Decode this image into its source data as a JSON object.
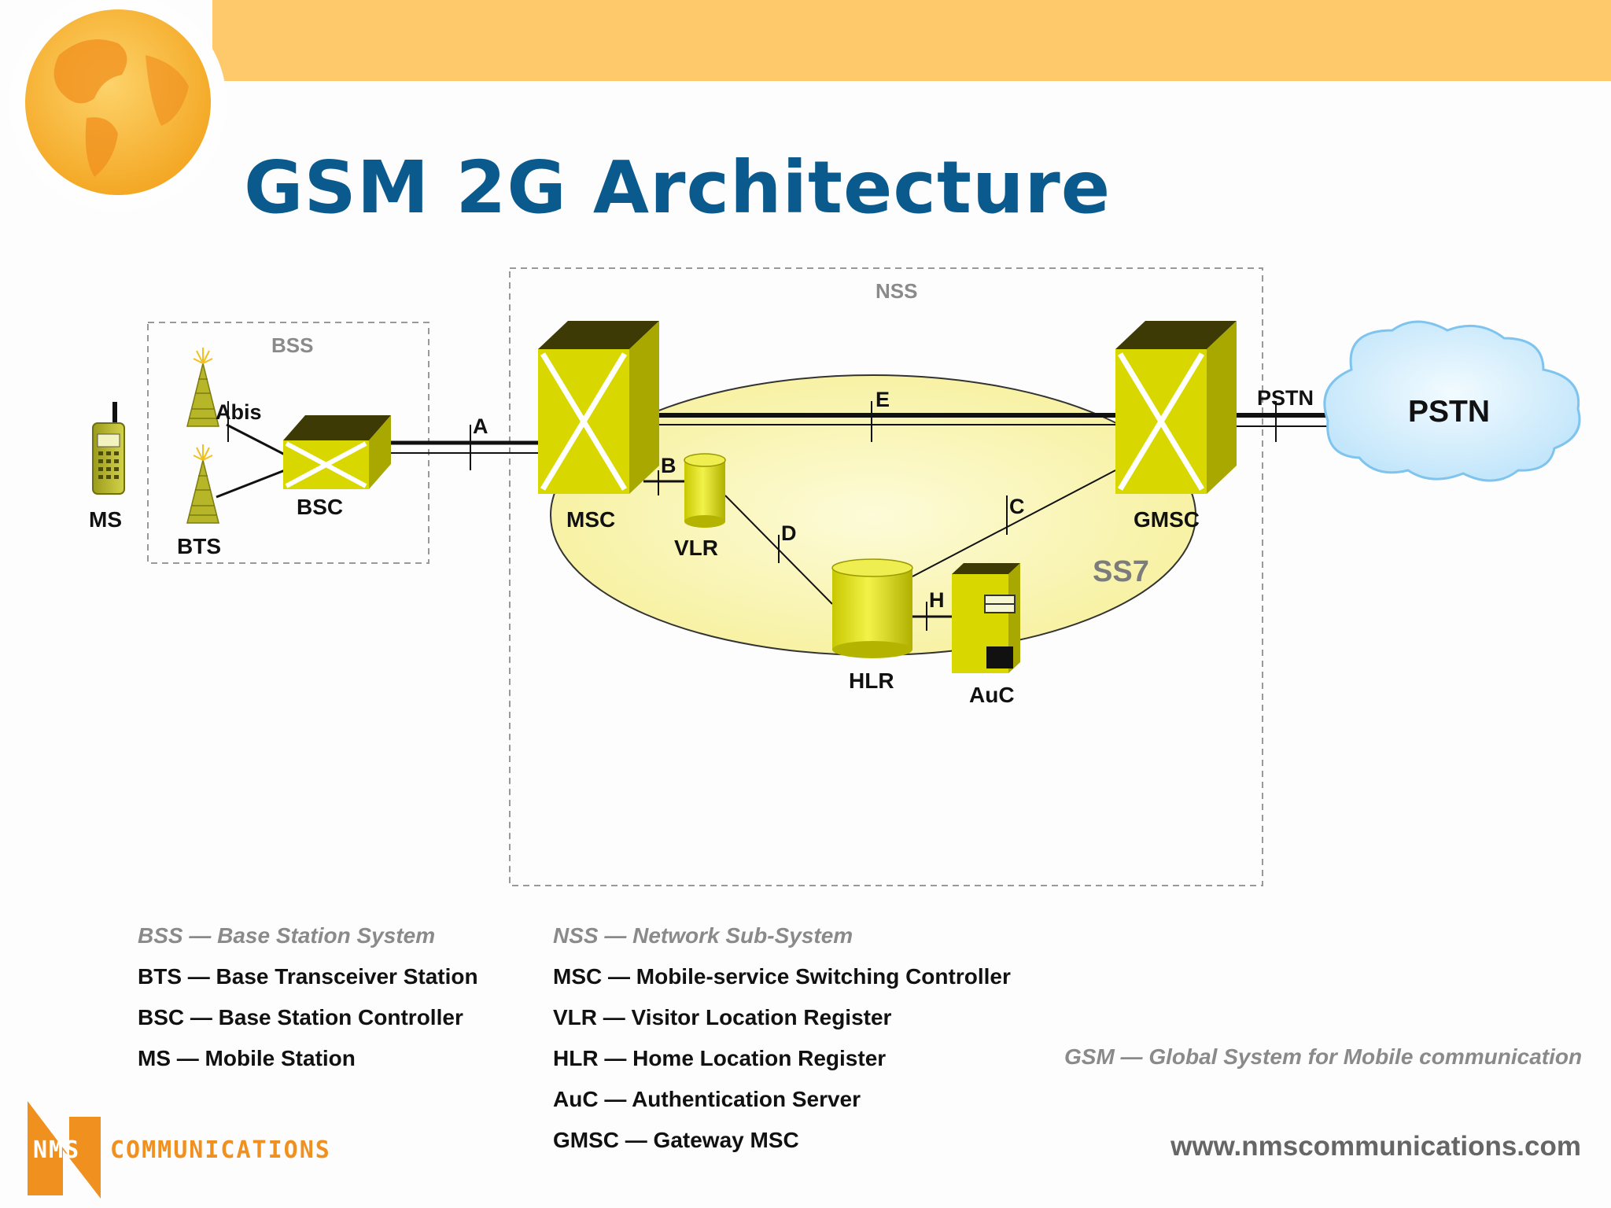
{
  "title": "GSM 2G Architecture",
  "diagram": {
    "groups": {
      "bss": "BSS",
      "nss": "NSS"
    },
    "nodes": {
      "ms": "MS",
      "bts": "BTS",
      "bsc": "BSC",
      "msc": "MSC",
      "vlr": "VLR",
      "hlr": "HLR",
      "auc": "AuC",
      "gmsc": "GMSC",
      "pstn_cloud": "PSTN",
      "ss7": "SS7"
    },
    "interfaces": {
      "abis": "Abis",
      "a": "A",
      "b": "B",
      "c": "C",
      "d": "D",
      "e": "E",
      "h": "H",
      "pstn": "PSTN"
    }
  },
  "legend": {
    "left": [
      "BSS — Base Station System",
      "BTS — Base Transceiver Station",
      "BSC — Base Station Controller",
      "MS — Mobile Station"
    ],
    "middle": [
      "NSS — Network Sub-System",
      "MSC — Mobile-service Switching Controller",
      "VLR — Visitor Location Register",
      "HLR — Home Location Register",
      "AuC — Authentication Server",
      "GMSC — Gateway MSC"
    ],
    "right": "GSM — Global System for Mobile communication"
  },
  "footer": {
    "logo_nms": "NMS",
    "logo_communications": "COMMUNICATIONS",
    "url": "www.nmscommunications.com"
  },
  "colors": {
    "header_band": "#fec96a",
    "title": "#0b5a8d",
    "equipment": "#d6d600",
    "ss7_ellipse": "#fbf7b0",
    "cloud": "#c9e8fb",
    "logo_orange": "#f0901e"
  }
}
